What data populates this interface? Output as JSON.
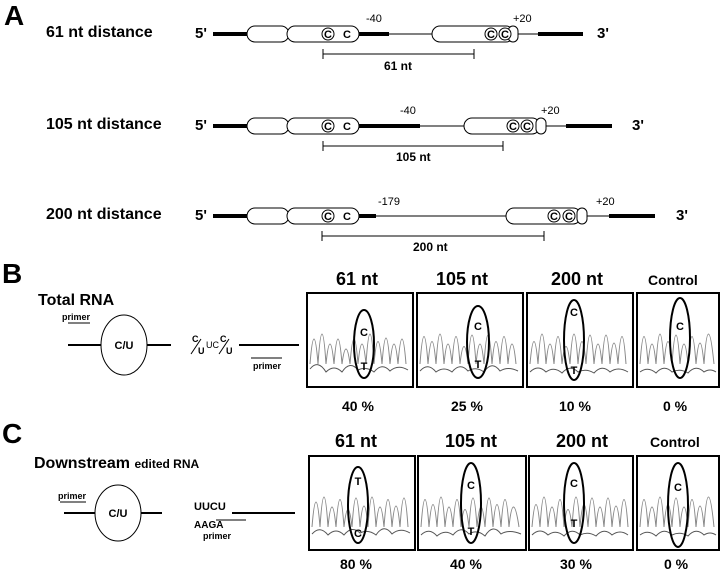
{
  "panels": {
    "a": {
      "letter": "A",
      "rows": [
        {
          "label": "61 nt distance",
          "five": "5'",
          "three": "3'",
          "pos_left": "-40",
          "pos_right": "+20",
          "distance": "61 nt"
        },
        {
          "label": "105 nt distance",
          "five": "5'",
          "three": "3'",
          "pos_left": "-40",
          "pos_right": "+20",
          "distance": "105 nt"
        },
        {
          "label": "200 nt distance",
          "five": "5'",
          "three": "3'",
          "pos_left": "-179",
          "pos_right": "+20",
          "distance": "200 nt"
        }
      ],
      "glyph_c": "C"
    },
    "b": {
      "letter": "B",
      "title": "Total RNA",
      "primer_left": "primer",
      "primer_right": "primer",
      "circle_text": "C/U",
      "seq": "UC",
      "frac_top": "C",
      "frac_bot": "U",
      "columns": [
        {
          "title": "61 nt",
          "top_base": "C",
          "bottom_base": "T",
          "percent": "40 %"
        },
        {
          "title": "105 nt",
          "top_base": "C",
          "bottom_base": "T",
          "percent": "25 %"
        },
        {
          "title": "200 nt",
          "top_base": "C",
          "bottom_base": "T",
          "percent": "10 %"
        },
        {
          "title": "Control",
          "top_base": "C",
          "bottom_base": "",
          "percent": "0 %"
        }
      ]
    },
    "c": {
      "letter": "C",
      "title_main": "Downstream",
      "title_sub": "edited RNA",
      "primer_left": "primer",
      "primer_right": "primer",
      "circle_text": "C/U",
      "seq_top": "UUCU",
      "seq_bottom": "AAGA",
      "columns": [
        {
          "title": "61 nt",
          "top_base": "T",
          "bottom_base": "C",
          "percent": "80 %"
        },
        {
          "title": "105 nt",
          "top_base": "C",
          "bottom_base": "T",
          "percent": "40 %"
        },
        {
          "title": "200 nt",
          "top_base": "C",
          "bottom_base": "T",
          "percent": "30 %"
        },
        {
          "title": "Control",
          "top_base": "C",
          "bottom_base": "",
          "percent": "0 %"
        }
      ]
    }
  }
}
